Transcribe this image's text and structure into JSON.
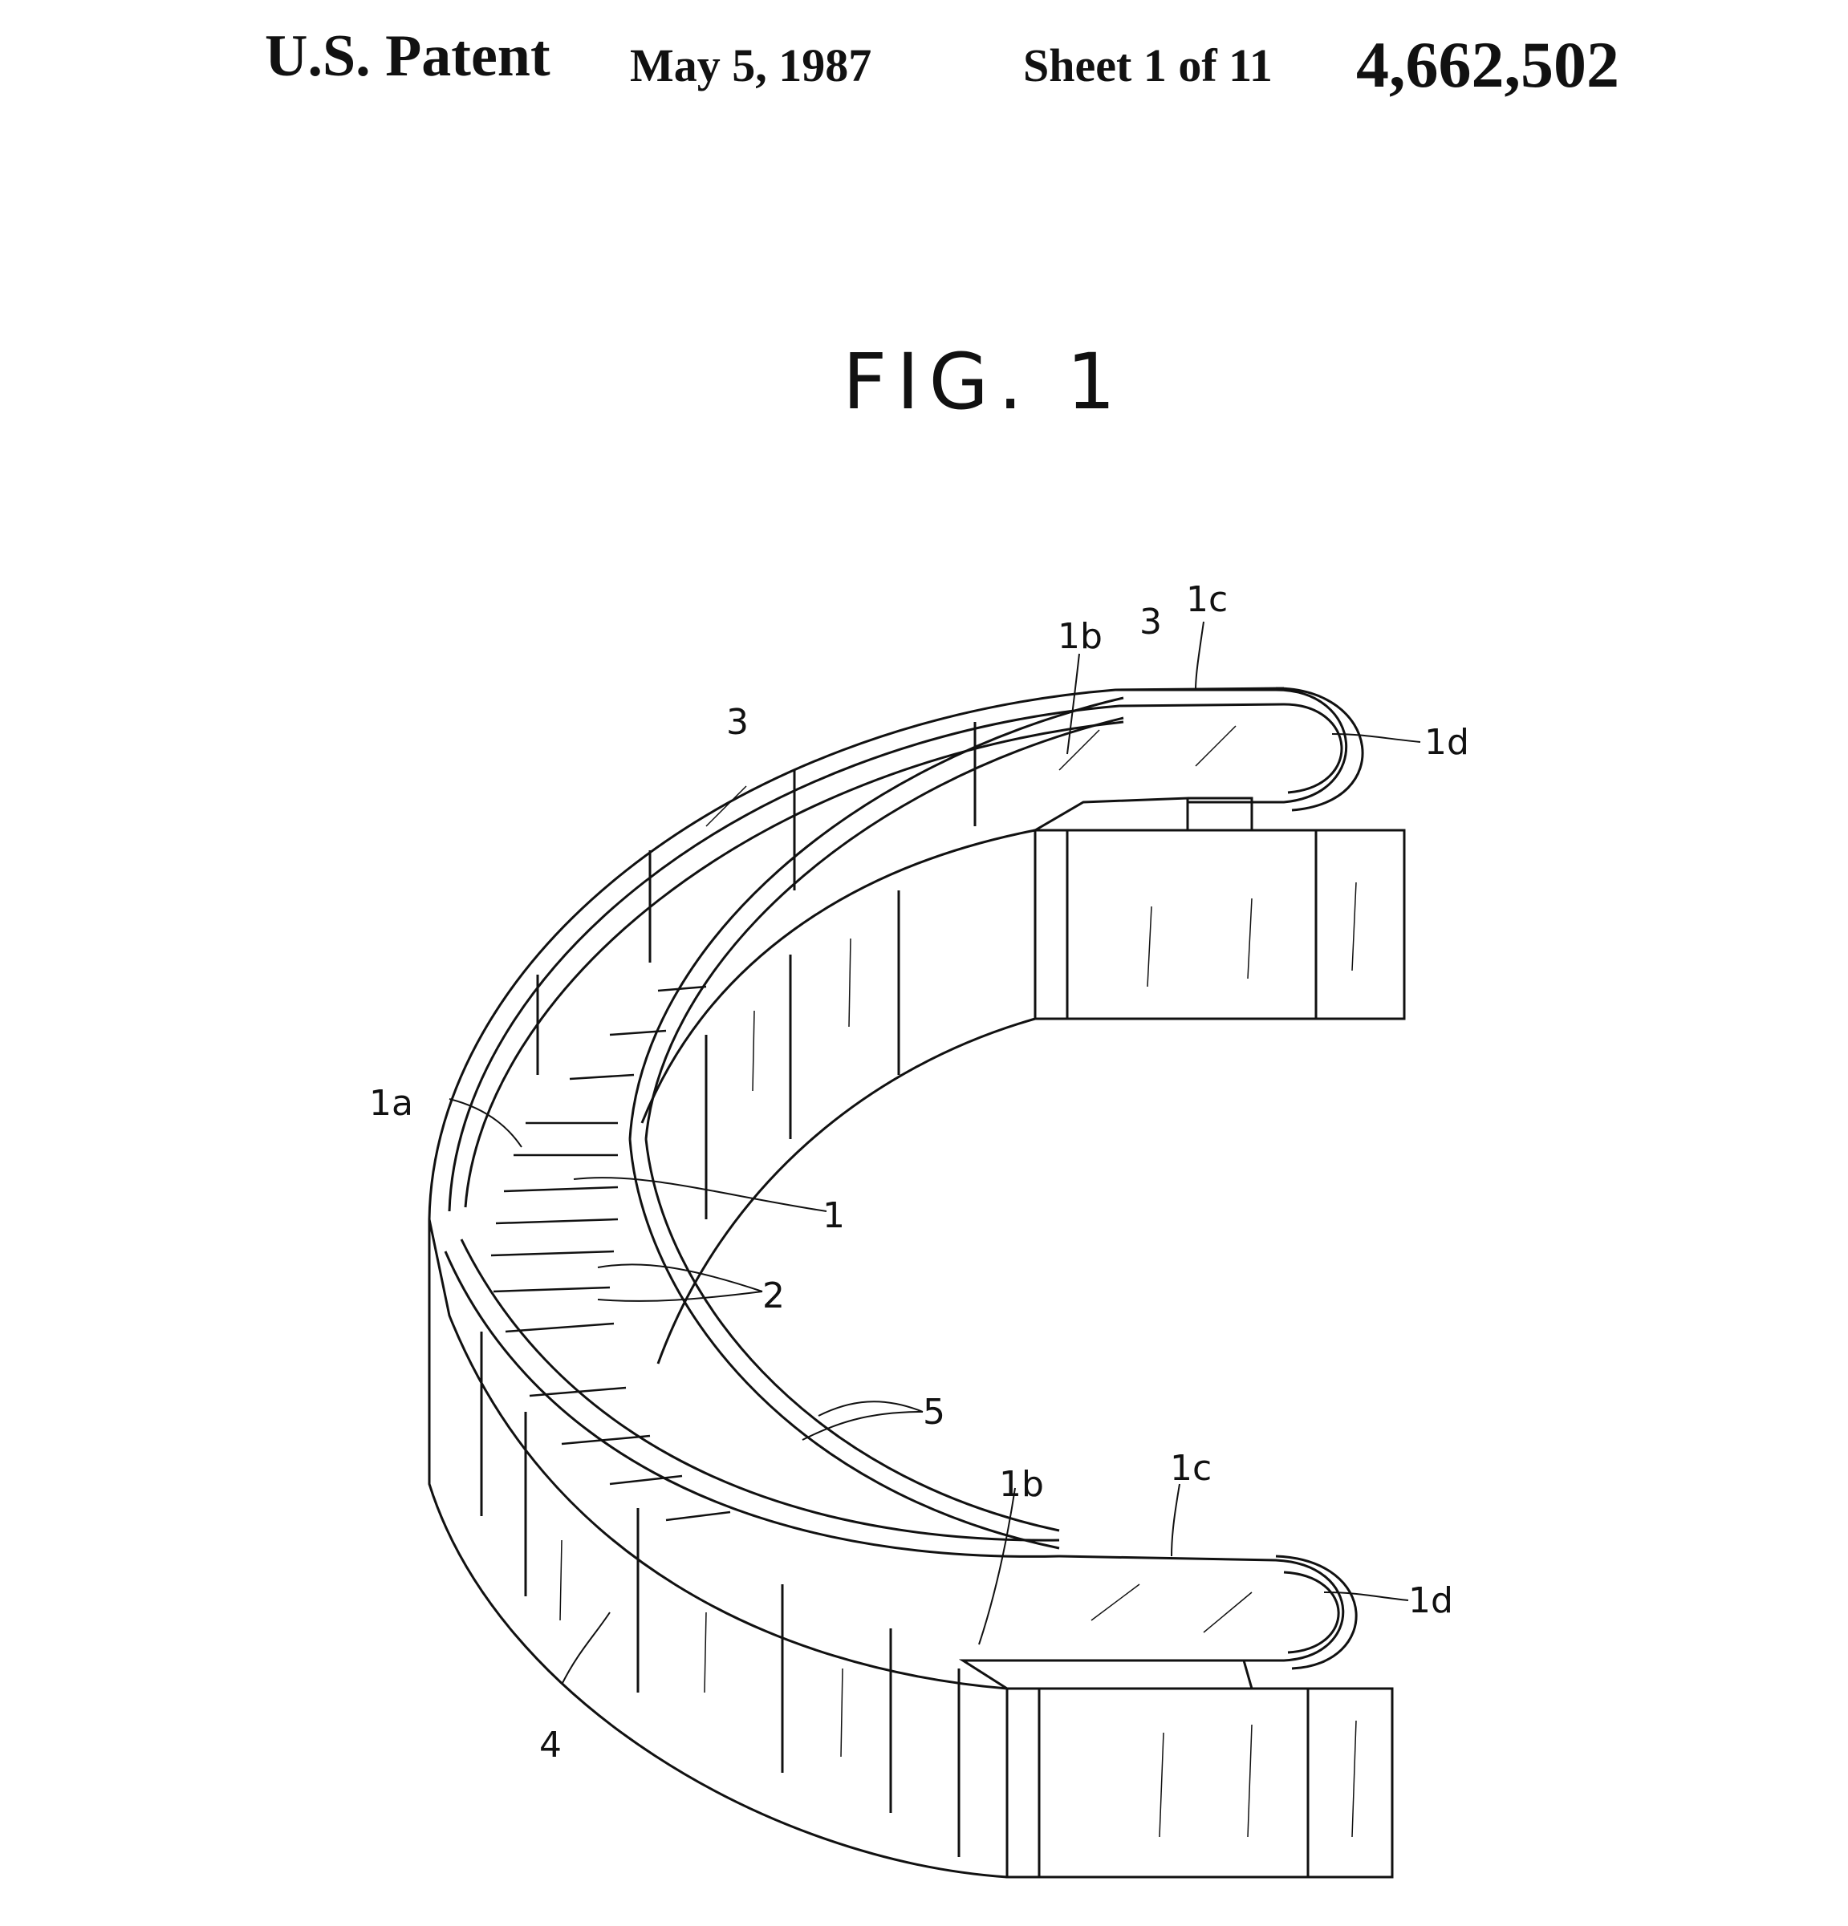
{
  "header": {
    "title": "U.S. Patent",
    "date": "May 5, 1987",
    "sheet": "Sheet 1 of 11",
    "patent_number": "4,662,502"
  },
  "figure": {
    "title": "FIG. 1",
    "labels": {
      "l_1": "1",
      "l_1a": "1a",
      "l_1b_top": "1b",
      "l_1b_bottom": "1b",
      "l_1c_top": "1c",
      "l_1c_bottom": "1c",
      "l_1d_top": "1d",
      "l_1d_bottom": "1d",
      "l_2": "2",
      "l_3_left": "3",
      "l_3_top": "3",
      "l_4": "4",
      "l_5": "5"
    }
  }
}
